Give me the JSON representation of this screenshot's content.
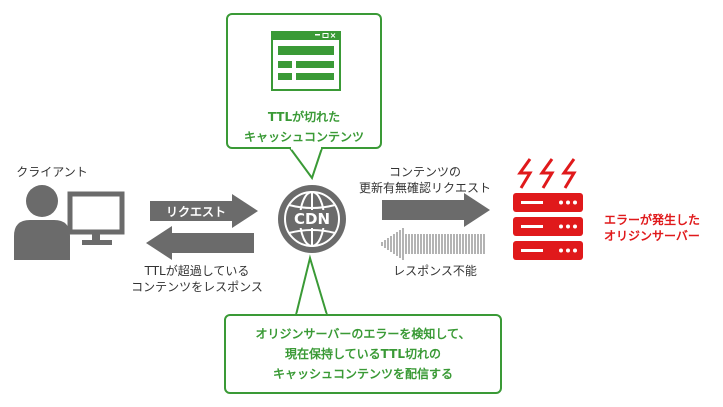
{
  "top_bubble": {
    "line1": "TTLが切れた",
    "line2": "キャッシュコンテンツ"
  },
  "bottom_bubble": {
    "line1": "オリジンサーバーのエラーを検知して、",
    "line2": "現在保持しているTTL切れの",
    "line3": "キャッシュコンテンツを配信する"
  },
  "client": {
    "label": "クライアント"
  },
  "request_arrow": {
    "label": "リクエスト"
  },
  "response_label": {
    "line1": "TTLが超過している",
    "line2": "コンテンツをレスポンス"
  },
  "cdn": {
    "label": "CDN"
  },
  "update_label": {
    "line1": "コンテンツの",
    "line2": "更新有無確認リクエスト"
  },
  "no_response": {
    "label": "レスポンス不能"
  },
  "origin": {
    "label_line1": "エラーが発生した",
    "label_line2": "オリジンサーバー"
  },
  "colors": {
    "green": "#3a9a36",
    "gray": "#6b6b6b",
    "red": "#e0191b"
  }
}
